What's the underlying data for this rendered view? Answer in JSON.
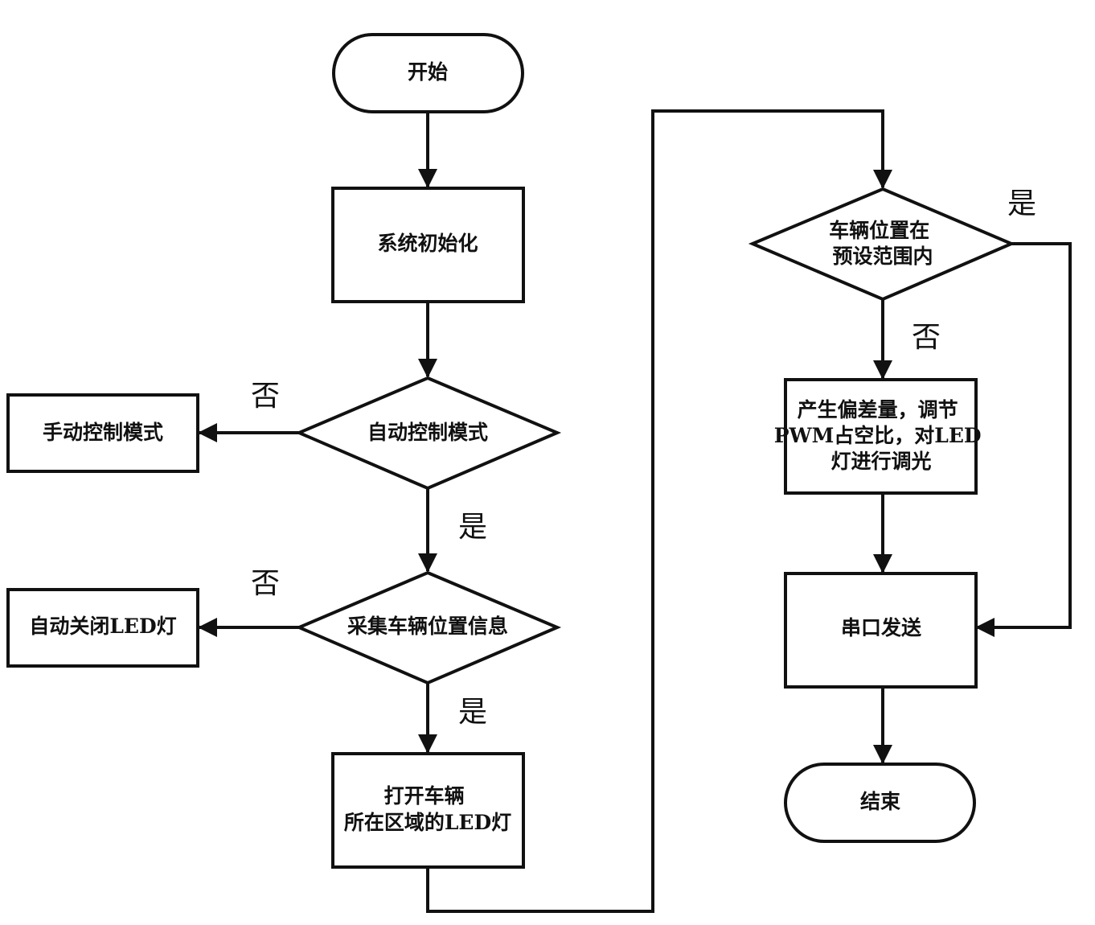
{
  "flowchart": {
    "nodes": {
      "start": [
        "开始"
      ],
      "init": [
        "系统初始化"
      ],
      "auto_mode": [
        "自动控制模式"
      ],
      "manual_mode": [
        "手动控制模式"
      ],
      "collect": [
        "采集车辆位置信息"
      ],
      "auto_off": [
        "自动关闭LED灯"
      ],
      "open_led": [
        "打开车辆",
        "所在区域的LED灯"
      ],
      "in_range": [
        "车辆位置在",
        "预设范围内"
      ],
      "adjust": [
        "产生偏差量，调节",
        "PWM占空比，对LED",
        "灯进行调光"
      ],
      "serial": [
        "串口发送"
      ],
      "end": [
        "结束"
      ]
    },
    "edge_labels": {
      "auto_no": "否",
      "auto_yes": "是",
      "collect_no": "否",
      "collect_yes": "是",
      "range_yes": "是",
      "range_no": "否"
    }
  }
}
